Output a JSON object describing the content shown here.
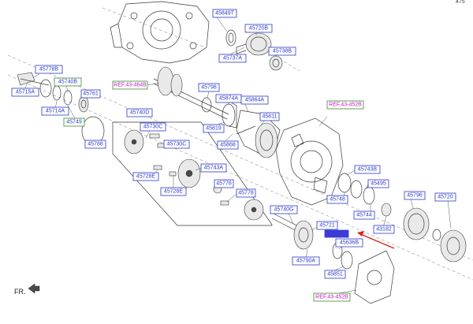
{
  "corner_text": "475",
  "fr_label": "FR.",
  "labels": [
    {
      "text": "45849T"
    },
    {
      "text": "45720B"
    },
    {
      "text": "45737A"
    },
    {
      "text": "45738B"
    },
    {
      "text": "45778B"
    },
    {
      "text": "45740B"
    },
    {
      "text": "45715A"
    },
    {
      "text": "45714A"
    },
    {
      "text": "45761"
    },
    {
      "text": "45749"
    },
    {
      "text": "REF.43-464B"
    },
    {
      "text": "45798"
    },
    {
      "text": "45874A"
    },
    {
      "text": "45864A"
    },
    {
      "text": "45819"
    },
    {
      "text": "45811"
    },
    {
      "text": "45868"
    },
    {
      "text": "45788"
    },
    {
      "text": "45740D"
    },
    {
      "text": "45730C"
    },
    {
      "text": "45730C"
    },
    {
      "text": "45743A"
    },
    {
      "text": "45728E"
    },
    {
      "text": "45778"
    },
    {
      "text": "45728E"
    },
    {
      "text": "45778"
    },
    {
      "text": "REF.43-452B"
    },
    {
      "text": "45743B"
    },
    {
      "text": "45495"
    },
    {
      "text": "45748"
    },
    {
      "text": "45796"
    },
    {
      "text": "45720"
    },
    {
      "text": "45744"
    },
    {
      "text": "45740G"
    },
    {
      "text": "45721"
    },
    {
      "text": "43182"
    },
    {
      "text": "45636B"
    },
    {
      "text": "45790A"
    },
    {
      "text": "45851"
    },
    {
      "text": "REF.43-452B"
    }
  ]
}
